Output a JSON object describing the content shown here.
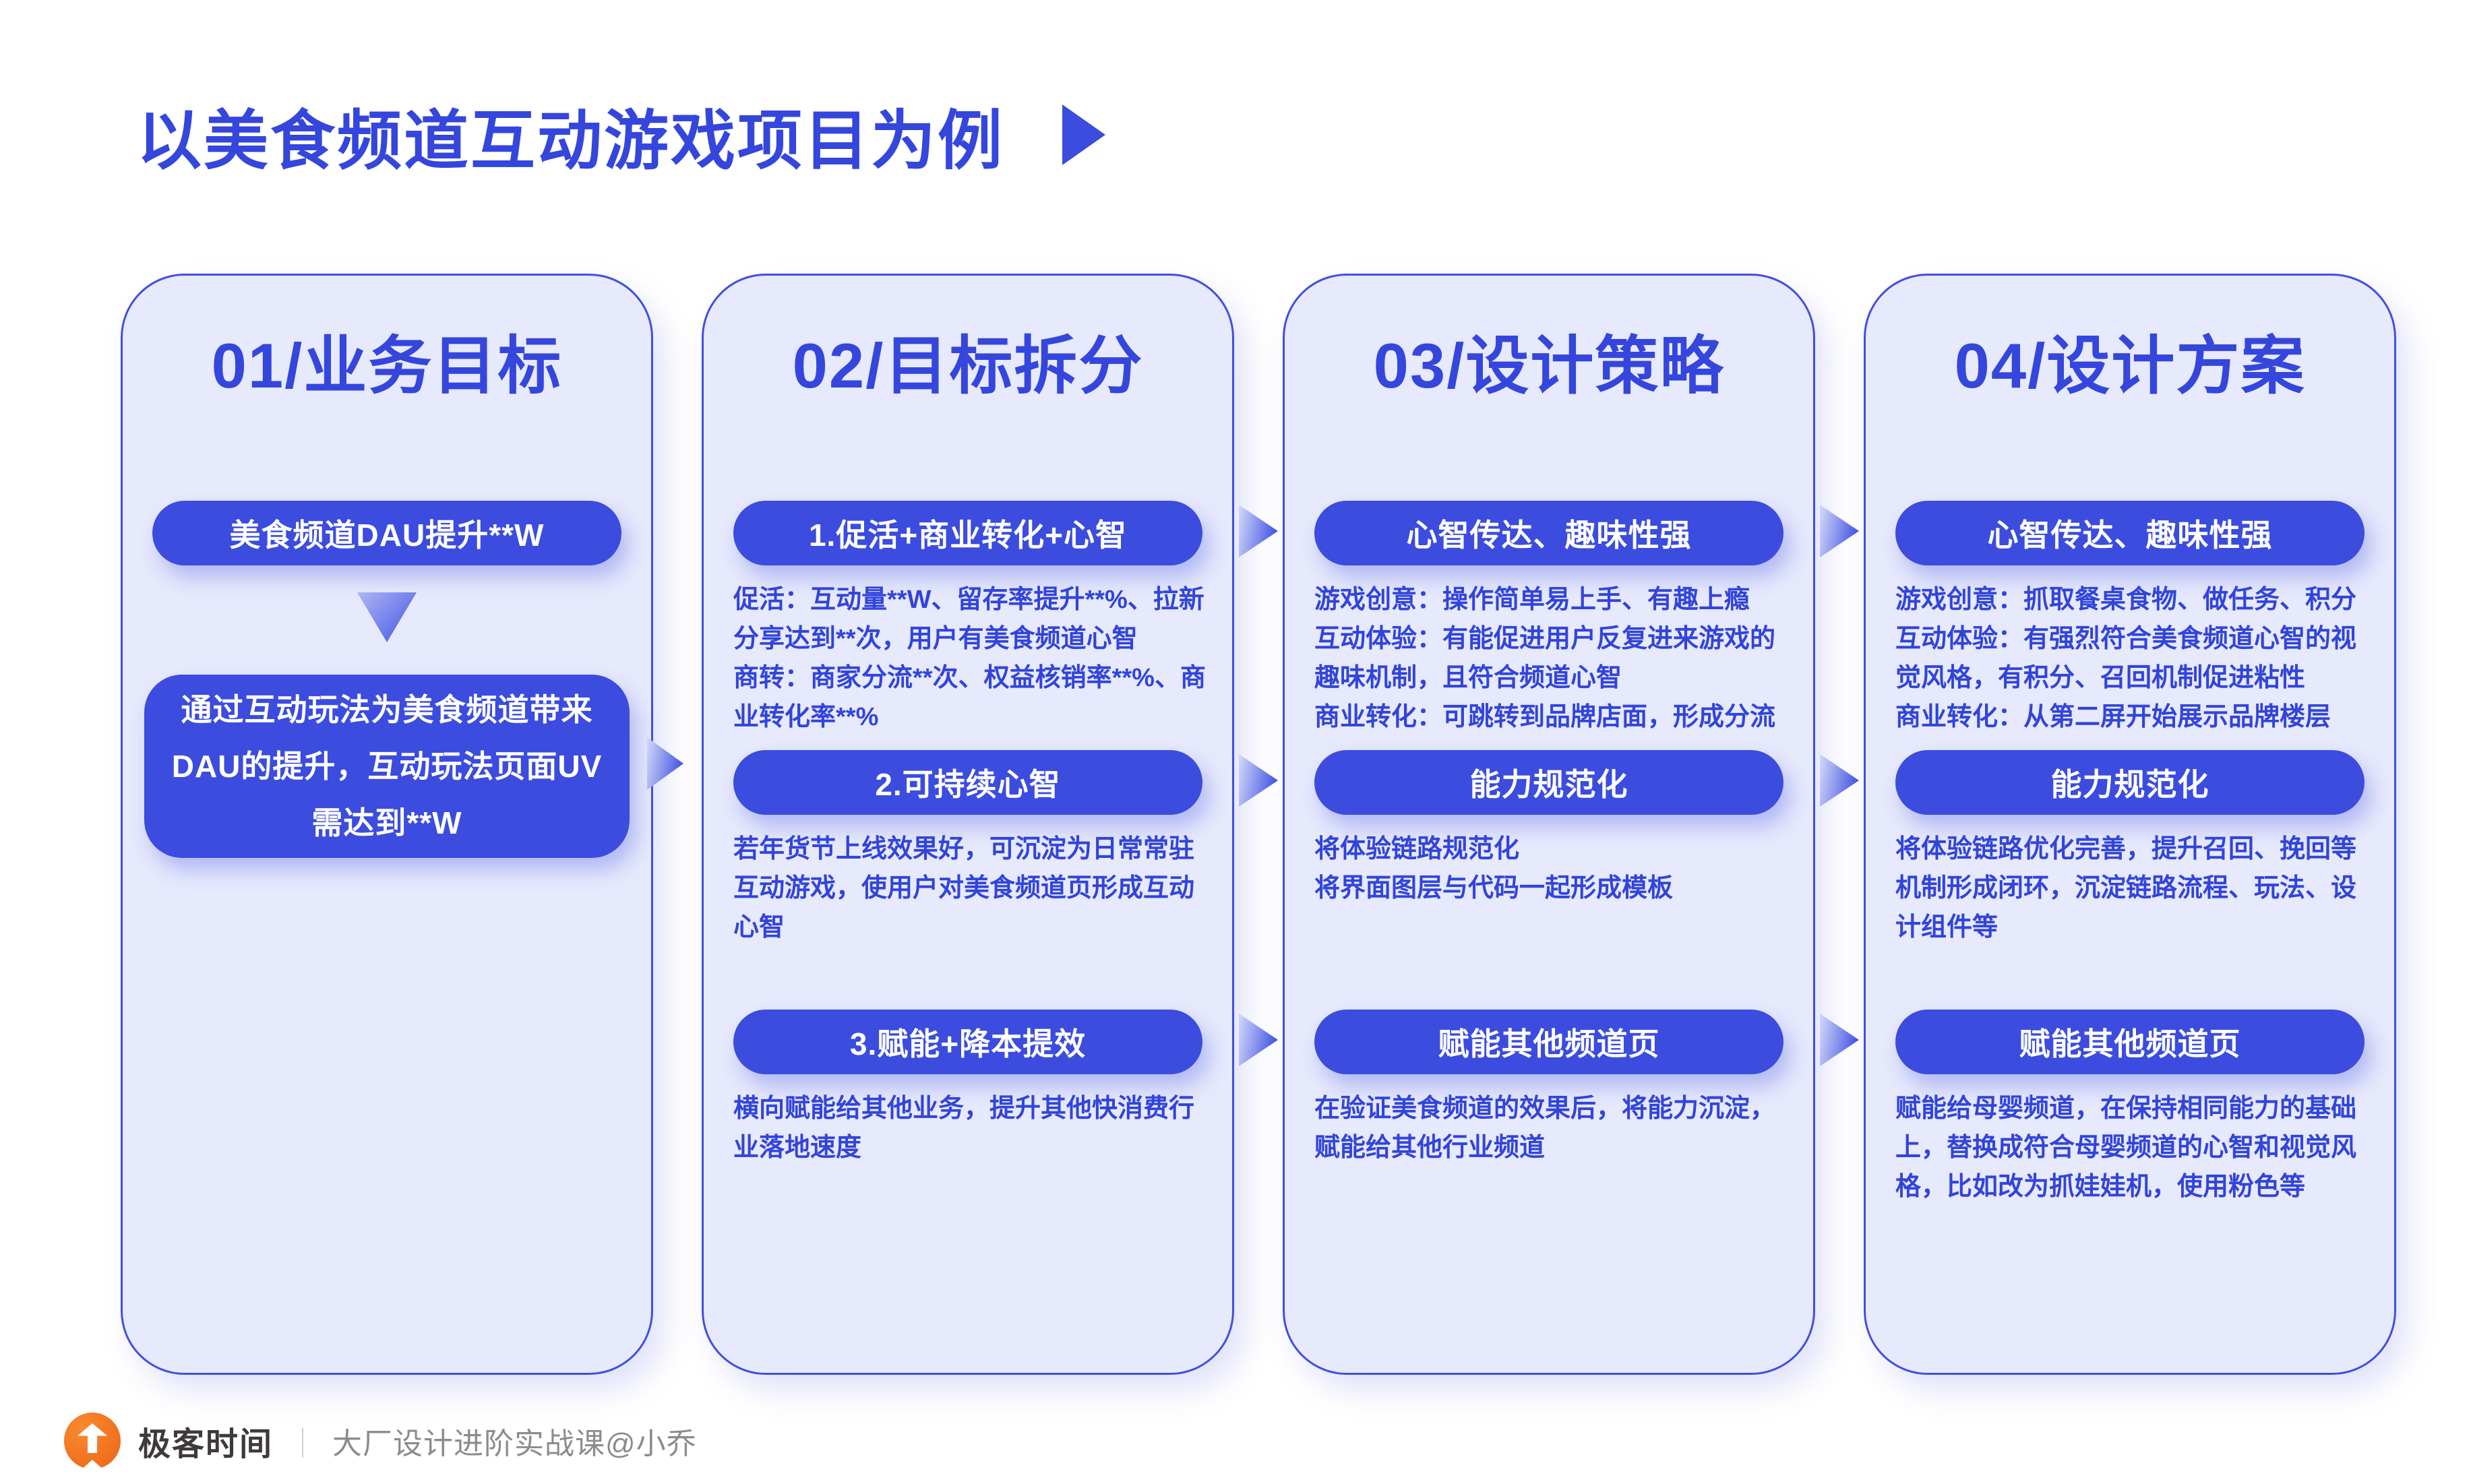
{
  "title": {
    "text": "以美食频道互动游戏项目为例",
    "play_icon": "play-triangle"
  },
  "columns": [
    {
      "header": "01/业务目标",
      "pill": "美食频道DAU提升**W",
      "down_arrow_icon": "arrow-down",
      "goal": "通过互动玩法为美食频道带来DAU的提升，互动玩法页面UV需达到**W"
    },
    {
      "header": "02/目标拆分",
      "sections": [
        {
          "pill": "1.促活+商业转化+心智",
          "body": "促活：互动量**W、留存率提升**%、拉新分享达到**次，用户有美食频道心智\n商转：商家分流**次、权益核销率**%、商业转化率**%"
        },
        {
          "pill": "2.可持续心智",
          "body": "若年货节上线效果好，可沉淀为日常常驻互动游戏，使用户对美食频道页形成互动心智"
        },
        {
          "pill": "3.赋能+降本提效",
          "body": "横向赋能给其他业务，提升其他快消费行业落地速度"
        }
      ]
    },
    {
      "header": "03/设计策略",
      "sections": [
        {
          "pill": "心智传达、趣味性强",
          "body": "游戏创意：操作简单易上手、有趣上瘾\n互动体验：有能促进用户反复进来游戏的趣味机制，且符合频道心智\n商业转化：可跳转到品牌店面，形成分流"
        },
        {
          "pill": "能力规范化",
          "body": "将体验链路规范化\n将界面图层与代码一起形成模板"
        },
        {
          "pill": "赋能其他频道页",
          "body": "在验证美食频道的效果后，将能力沉淀，赋能给其他行业频道"
        }
      ]
    },
    {
      "header": "04/设计方案",
      "sections": [
        {
          "pill": "心智传达、趣味性强",
          "body": "游戏创意：抓取餐桌食物、做任务、积分\n互动体验：有强烈符合美食频道心智的视觉风格，有积分、召回机制促进粘性\n商业转化：从第二屏开始展示品牌楼层"
        },
        {
          "pill": "能力规范化",
          "body": "将体验链路优化完善，提升召回、挽回等机制形成闭环，沉淀链路流程、玩法、设计组件等"
        },
        {
          "pill": "赋能其他频道页",
          "body": "赋能给母婴频道，在保持相同能力的基础上，替换成符合母婴频道的心智和视觉风格，比如改为抓娃娃机，使用粉色等"
        }
      ]
    }
  ],
  "footer": {
    "brand": "极客时间",
    "separator": "｜",
    "course": "大厂设计进阶实战课@小乔"
  },
  "colors": {
    "accent": "#3B4CDE",
    "text-blue": "#3144DB",
    "header-blue": "#3446DC",
    "card-bg": "#E7E9FC",
    "card-border": "#4150DC",
    "arrow-light": "#CCD2F8",
    "arrow-dark": "#3F51E2",
    "logo-orange-1": "#F98A30",
    "logo-orange-2": "#EC6414",
    "brand-dark": "#3E3A39",
    "muted": "#8F8B8B",
    "sep": "#CBCBCB",
    "page-bg": "#FFFFFF"
  }
}
